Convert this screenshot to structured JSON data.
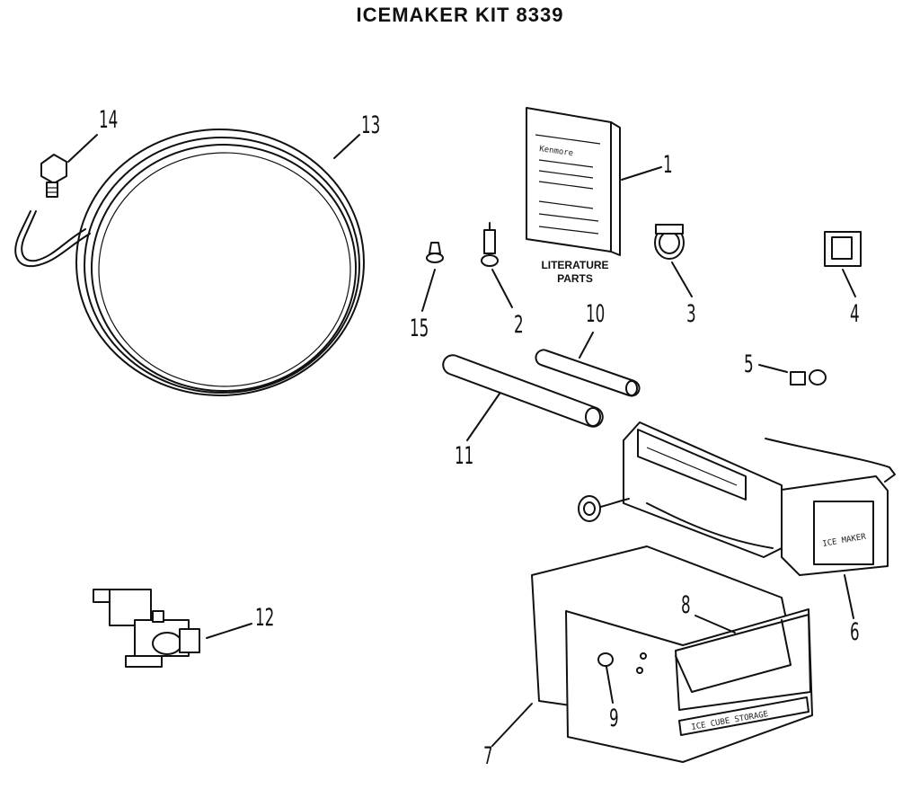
{
  "title": "ICEMAKER KIT 8339",
  "literature_label": [
    "LITERATURE",
    "PARTS"
  ],
  "booklet_brand": "Kenmore",
  "bin_label": "ICE CUBE STORAGE",
  "icemaker_badge": "ICE MAKER",
  "callouts": {
    "p1": "1",
    "p2": "2",
    "p3": "3",
    "p4": "4",
    "p5": "5",
    "p6": "6",
    "p7": "7",
    "p8": "8",
    "p9": "9",
    "p10": "10",
    "p11": "11",
    "p12": "12",
    "p13": "13",
    "p14": "14",
    "p15": "15"
  }
}
